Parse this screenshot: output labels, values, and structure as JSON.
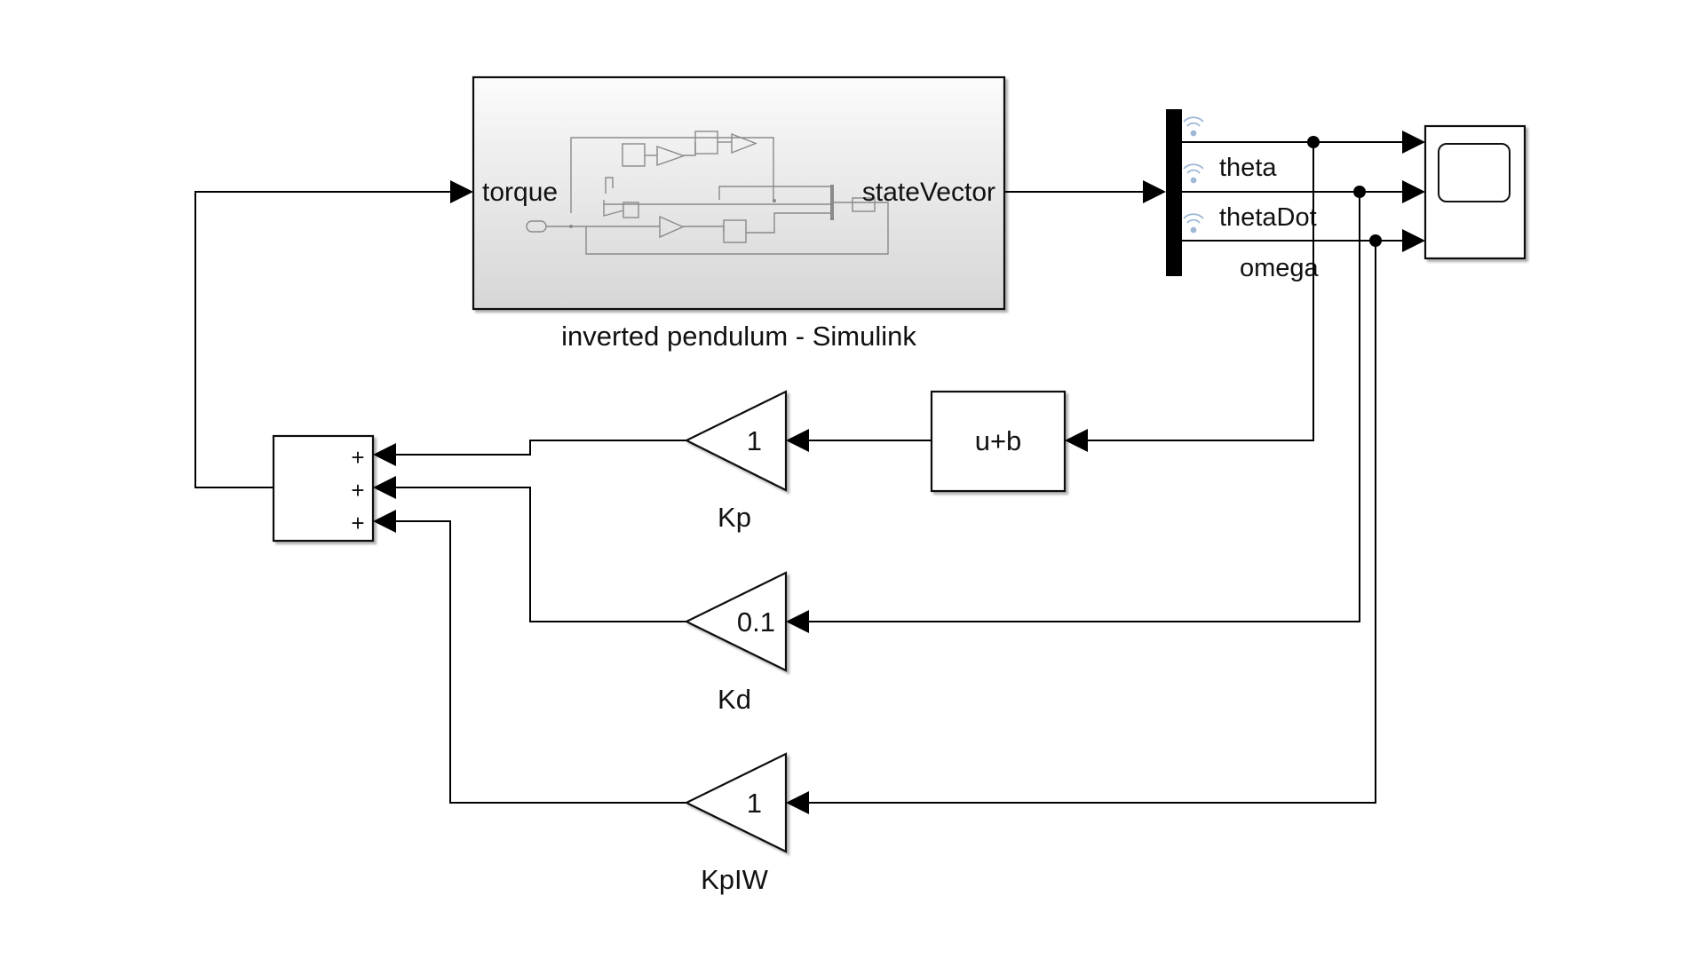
{
  "subsystem": {
    "name": "inverted pendulum - Simulink",
    "input_port": "torque",
    "output_port": "stateVector"
  },
  "signals": [
    "theta",
    "thetaDot",
    "omega"
  ],
  "bias_block": {
    "label": "u+b"
  },
  "gains": [
    {
      "value": "1",
      "name": "Kp"
    },
    {
      "value": "0.1",
      "name": "Kd"
    },
    {
      "value": "1",
      "name": "KpIW"
    }
  ],
  "sum_block": {
    "signs": [
      "+",
      "+",
      "+"
    ]
  },
  "colors": {
    "subsystem_top": "#fbfbfb",
    "subsystem_bottom": "#d6d6d6",
    "signal_logging_icon": "#9fb8d6"
  }
}
